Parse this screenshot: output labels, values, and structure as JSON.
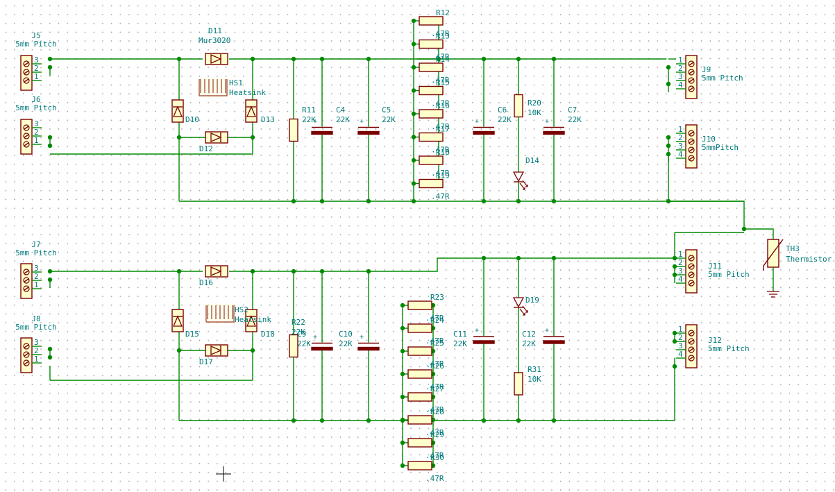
{
  "colors": {
    "wire": "#008a00",
    "body": "#7a0000",
    "fill": "#ffffcc",
    "text": "#007a7a",
    "background": "#ffffff",
    "grid": "#9a9a9a"
  },
  "connectors": [
    {
      "ref": "J5",
      "value": "5mm Pitch",
      "pins": [
        "3",
        "2",
        "1"
      ]
    },
    {
      "ref": "J6",
      "value": "5mm Pitch",
      "pins": [
        "3",
        "2",
        "1"
      ]
    },
    {
      "ref": "J7",
      "value": "5mm Pitch",
      "pins": [
        "3",
        "2",
        "1"
      ]
    },
    {
      "ref": "J8",
      "value": "5mm Pitch",
      "pins": [
        "3",
        "2",
        "1"
      ]
    },
    {
      "ref": "J9",
      "value": "5mm Pitch",
      "pins": [
        "1",
        "2",
        "3",
        "4"
      ]
    },
    {
      "ref": "J10",
      "value": "5mmPitch",
      "pins": [
        "1",
        "2",
        "3",
        "4"
      ]
    },
    {
      "ref": "J11",
      "value": "5mm Pitch",
      "pins": [
        "1",
        "2",
        "3",
        "4"
      ]
    },
    {
      "ref": "J12",
      "value": "5mm Pitch",
      "pins": [
        "1",
        "2",
        "3",
        "4"
      ]
    }
  ],
  "diodes": [
    {
      "ref": "D11",
      "value": "Mur3020"
    },
    {
      "ref": "D10"
    },
    {
      "ref": "D12"
    },
    {
      "ref": "D13"
    },
    {
      "ref": "D15"
    },
    {
      "ref": "D16"
    },
    {
      "ref": "D17"
    },
    {
      "ref": "D18"
    }
  ],
  "heatsinks": [
    {
      "ref": "HS1",
      "value": "Heatsink"
    },
    {
      "ref": "HS2",
      "value": "Heatsink"
    }
  ],
  "resistors": [
    {
      "ref": "R11",
      "value": "22K"
    },
    {
      "ref": "R20",
      "value": "10K"
    },
    {
      "ref": "R22",
      "value": "22K"
    },
    {
      "ref": "R31",
      "value": "10K"
    }
  ],
  "capacitors": [
    {
      "ref": "C4",
      "value": "22K"
    },
    {
      "ref": "C5",
      "value": "22K"
    },
    {
      "ref": "C6",
      "value": "22K"
    },
    {
      "ref": "C7",
      "value": "22K"
    },
    {
      "ref": "C9",
      "value": "22K"
    },
    {
      "ref": "C10",
      "value": "22K"
    },
    {
      "ref": "C11",
      "value": "22K"
    },
    {
      "ref": "C12",
      "value": "22K"
    }
  ],
  "leds": [
    {
      "ref": "D14"
    },
    {
      "ref": "D19"
    }
  ],
  "thermistor": {
    "ref": "TH3",
    "value": "Thermistor"
  },
  "load_banks": [
    {
      "refs": [
        "R12",
        "R13",
        "R14",
        "R15",
        "R16",
        "R17",
        "R18",
        "R19"
      ],
      "value": ".47R"
    },
    {
      "refs": [
        "R23",
        "R24",
        "R25",
        "R26",
        "R27",
        "R28",
        "R29",
        "R30"
      ],
      "value": ".47R"
    }
  ]
}
